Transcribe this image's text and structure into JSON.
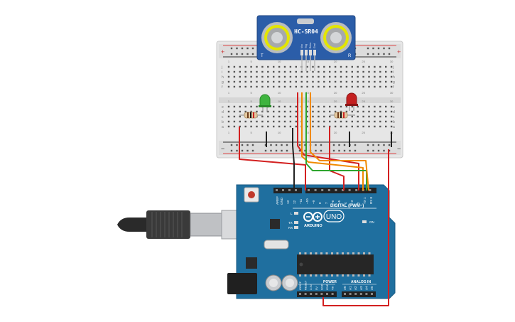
{
  "sensor": {
    "model": "HC-SR04",
    "pins": [
      "Vcc",
      "Trig",
      "Echo",
      "Gnd"
    ],
    "t_label": "T",
    "r_label": "R"
  },
  "breadboard": {
    "row_letters_top": [
      "j",
      "i",
      "h",
      "g",
      "f"
    ],
    "row_letters_bottom": [
      "e",
      "d",
      "c",
      "b",
      "a"
    ],
    "col_numbers": [
      "1",
      "5",
      "10",
      "15",
      "20",
      "25",
      "30"
    ],
    "rail_plus": "+",
    "rail_minus": "−"
  },
  "arduino": {
    "logo": "ARDUINO",
    "model": "UNO",
    "digital_label": "DIGITAL (PWM~)",
    "power_label": "POWER",
    "analog_label": "ANALOG IN",
    "on_label": "ON",
    "l_label": "L",
    "tx_label": "TX",
    "rx_label": "RX",
    "aref_label": "AREF",
    "gnd_label": "GND",
    "digital_pins": [
      "13",
      "12",
      "~11",
      "~10",
      "~9",
      "8",
      "7",
      "~6",
      "~5",
      "4",
      "~3",
      "2",
      "TX 1",
      "RX 0"
    ],
    "power_pins": [
      "IOREF",
      "RESET",
      "3.3V",
      "5V",
      "GND",
      "GND",
      "Vin"
    ],
    "analog_pins": [
      "A0",
      "A1",
      "A2",
      "A3",
      "A4",
      "A5"
    ]
  },
  "colors": {
    "board_blue": "#1f6f9f",
    "breadboard": "#e8e8e8",
    "wire_red": "#d32020",
    "wire_black": "#222222",
    "wire_green": "#2fa52f",
    "wire_orange": "#f08a00",
    "led_green": "#3fb43f",
    "led_red": "#c42020"
  }
}
